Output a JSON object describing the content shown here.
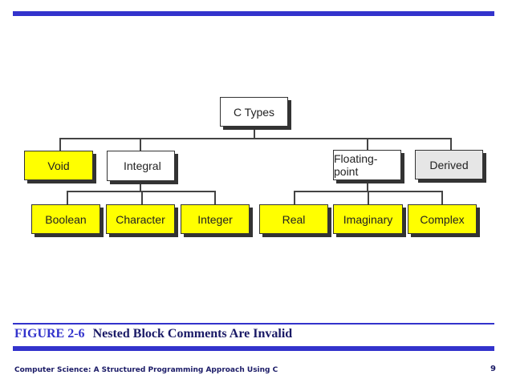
{
  "diagram": {
    "root": "C Types",
    "categories": {
      "void": "Void",
      "integral": "Integral",
      "floating_point": "Floating-point",
      "derived": "Derived"
    },
    "integral_types": {
      "boolean": "Boolean",
      "character": "Character",
      "integer": "Integer"
    },
    "floating_types": {
      "real": "Real",
      "imaginary": "Imaginary",
      "complex": "Complex"
    }
  },
  "caption": {
    "figure_number": "FIGURE 2-6",
    "title": "Nested Block Comments Are Invalid"
  },
  "footer": {
    "book_title": "Computer Science: A Structured Programming Approach Using C",
    "page_number": "9"
  },
  "colors": {
    "accent_rule": "#3333cc",
    "box_yellow": "#ffff00",
    "box_gray": "#e6e6e6"
  }
}
